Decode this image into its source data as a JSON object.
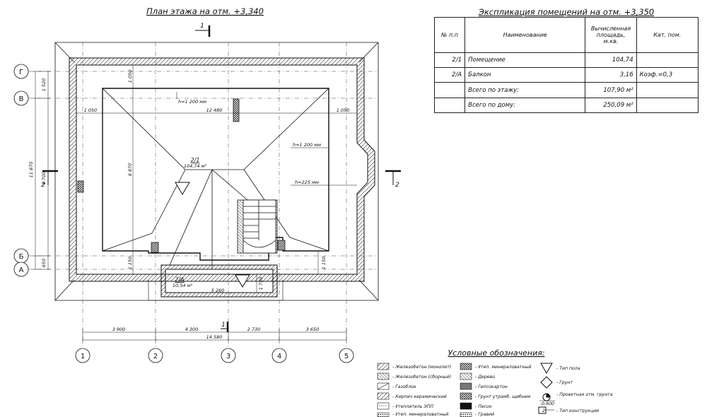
{
  "plan": {
    "title": "План этажа на отм. +3,340",
    "room_main_id": "2/1",
    "room_main_area": "104,74 м²",
    "room_balcony_id": "2/А",
    "room_balcony_area": "10,54 м²",
    "dims": {
      "d1050a": "1 050",
      "d12480": "12 480",
      "d1050b": "1 050",
      "d1050v": "1 050",
      "d8870": "8 870",
      "d1150a": "1 150",
      "d1150b": "1 150",
      "d1730": "1 730",
      "d5260": "5 260",
      "dh1200a": "h=1 200 мм",
      "dh1200b": "h=1 200 мм",
      "dh225": "h=225 мм",
      "left1520": "1 520",
      "left11870": "11 870",
      "left8700": "8 700",
      "left650": "650"
    },
    "bottom_dims": [
      "3 900",
      "4 300",
      "2 730",
      "3 650"
    ],
    "bottom_total": "14 580",
    "axes_h": [
      "1",
      "2",
      "3",
      "4",
      "5"
    ],
    "axes_v": [
      "Г",
      "В",
      "Б",
      "А"
    ],
    "section_marks": {
      "s1a": "1",
      "s1b": "1",
      "s2a": "2",
      "s2b": "2"
    }
  },
  "explication": {
    "title": "Экспликация помещений на отм. +3,350",
    "headers": [
      "№ п.п",
      "Наименование",
      "Вычисленная площадь, м.кв.",
      "Кат. пом."
    ],
    "rows": [
      [
        "2/1",
        "Помещение",
        "104,74",
        ""
      ],
      [
        "2/А",
        "Балкон",
        "3,16",
        "Коэф.=0,3"
      ],
      [
        "",
        "Всего по этажу:",
        "107,90 м²",
        ""
      ],
      [
        "",
        "Всего по дому:",
        "250,09 м²",
        ""
      ]
    ]
  },
  "legend": {
    "title": "Условные обозначения:",
    "col1": [
      "- Железобетон (монолит)",
      "- Железобетон (сборный)",
      "- Газоблок",
      "- Кирпич керамический",
      "- Утеплитель ЭПП",
      "- Утеп. минераловатный"
    ],
    "col2": [
      "- Утеп. минераловатный",
      "- Дерево",
      "- Гипсокартон",
      "- Грунт утрамб. щебнем",
      "- Песок",
      "- Гравий"
    ],
    "col3": [
      "- Тип пола",
      "- Грунт",
      "- Проектная отм. грунта",
      "- Тип конструкции"
    ],
    "mark_level": "-0,600",
    "mark_type": "2"
  }
}
